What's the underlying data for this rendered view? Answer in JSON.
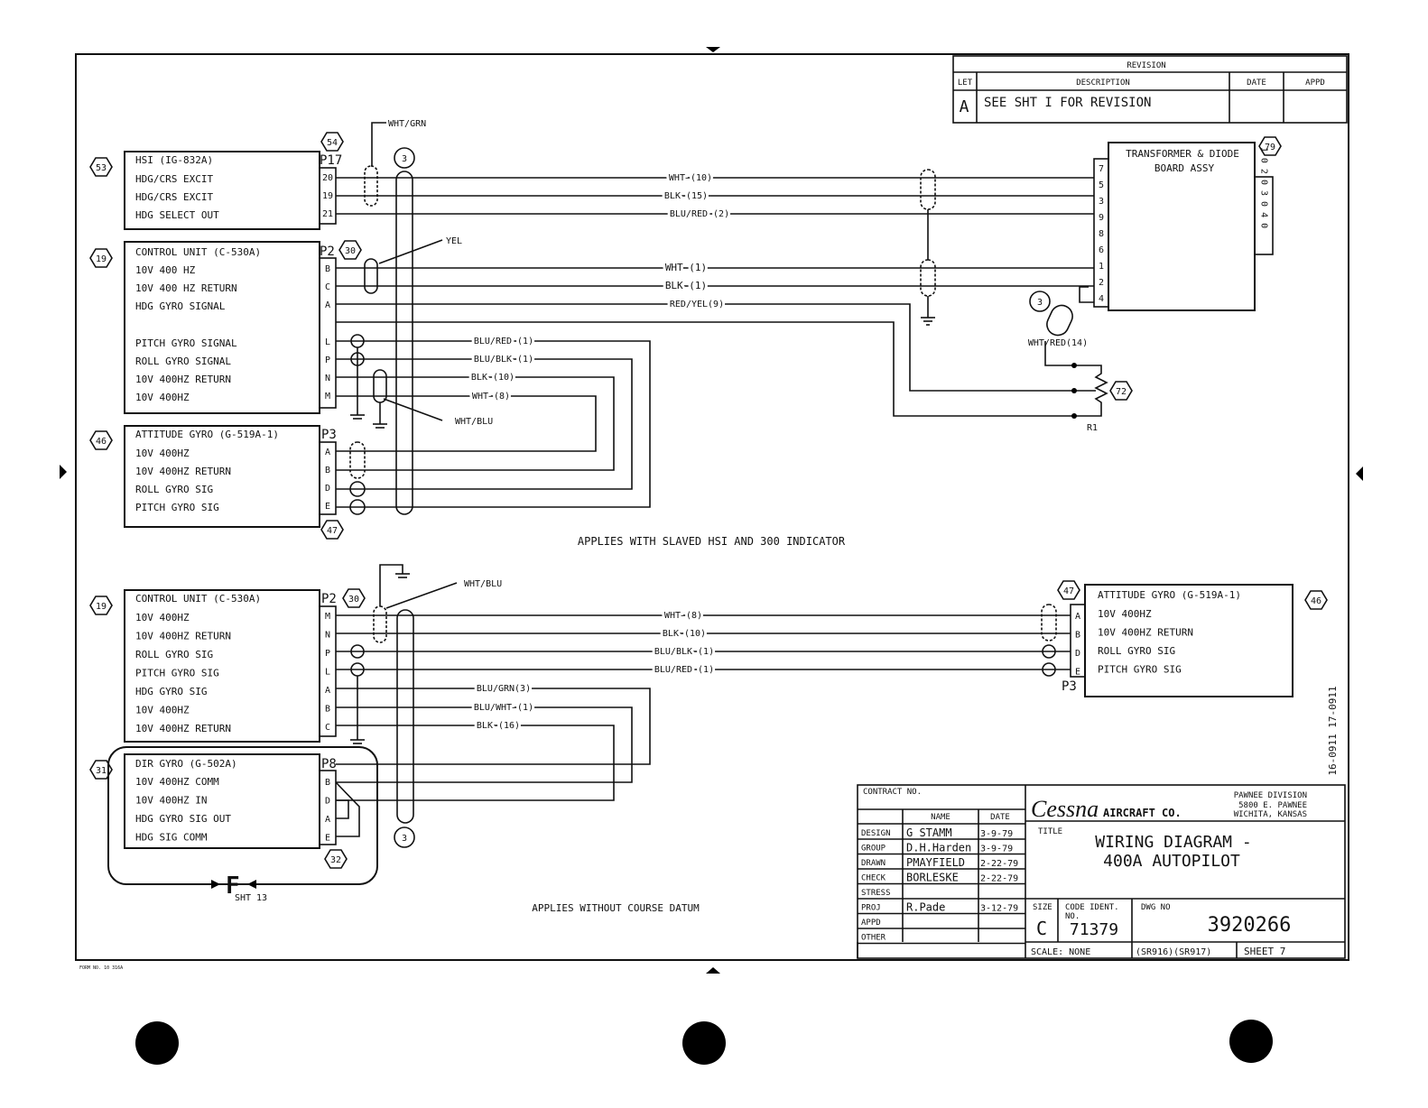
{
  "revision": {
    "title": "REVISION",
    "headers": {
      "let": "LET",
      "desc": "DESCRIPTION",
      "date": "DATE",
      "appd": "APPD"
    },
    "row": {
      "let": "A",
      "desc": "SEE SHT I FOR REVISION",
      "date": "",
      "appd": ""
    }
  },
  "top_diagram": {
    "hsi": {
      "ref": "53",
      "plug_ref": "54",
      "plug": "P17",
      "title": "HSI (IG-832A)",
      "pins": [
        {
          "label": "HDG/CRS EXCIT",
          "pin": "20"
        },
        {
          "label": "HDG/CRS EXCIT",
          "pin": "19"
        },
        {
          "label": "HDG SELECT OUT",
          "pin": "21"
        }
      ]
    },
    "control": {
      "ref": "19",
      "plug_ref": "30",
      "plug": "P2",
      "title": "CONTROL UNIT (C-530A)",
      "pins": [
        {
          "label": "10V 400 HZ",
          "pin": "B"
        },
        {
          "label": "10V 400 HZ RETURN",
          "pin": "C"
        },
        {
          "label": "HDG GYRO SIGNAL",
          "pin": "A"
        },
        {
          "label": "PITCH GYRO SIGNAL",
          "pin": "L"
        },
        {
          "label": "ROLL GYRO SIGNAL",
          "pin": "P"
        },
        {
          "label": "10V 400HZ RETURN",
          "pin": "N"
        },
        {
          "label": "10V 400HZ",
          "pin": "M"
        }
      ]
    },
    "attitude": {
      "ref": "46",
      "plug": "P3",
      "bottom_ref": "47",
      "title": "ATTITUDE GYRO (G-519A-1)",
      "pins": [
        {
          "label": "10V 400HZ",
          "pin": "A"
        },
        {
          "label": "10V 400HZ RETURN",
          "pin": "B"
        },
        {
          "label": "ROLL GYRO SIG",
          "pin": "D"
        },
        {
          "label": "PITCH GYRO SIG",
          "pin": "E"
        }
      ]
    },
    "transformer": {
      "ref": "79",
      "title": "TRANSFORMER & DIODE",
      "title2": "BOARD ASSY",
      "left_pins": [
        "7",
        "5",
        "3",
        "9",
        "8",
        "6",
        "1",
        "2",
        "4"
      ],
      "right_pins": "1 0 2 0 3 0 4 0"
    },
    "wires": [
      "WHT (10)",
      "BLK (15)",
      "BLU/RED (2)",
      "WHT (1)",
      "BLK (1)",
      "RED/YEL(9)",
      "BLU/RED (1)",
      "BLU/BLK (1)",
      "BLK (10)",
      "WHT (8)"
    ],
    "callouts": {
      "wht_grn": "WHT/GRN",
      "yel": "YEL",
      "wht_blu": "WHT/BLU",
      "wht_red": "WHT/RED(14)",
      "cable_ref": "3",
      "pot_ref": "72",
      "pot_label": "R1",
      "cable_ref2": "3"
    },
    "caption": "APPLIES WITH SLAVED HSI AND 300 INDICATOR"
  },
  "bottom_diagram": {
    "control": {
      "ref": "19",
      "plug_ref": "30",
      "plug": "P2",
      "title": "CONTROL UNIT (C-530A)",
      "pins": [
        {
          "label": "10V 400HZ",
          "pin": "M"
        },
        {
          "label": "10V 400HZ RETURN",
          "pin": "N"
        },
        {
          "label": "ROLL GYRO SIG",
          "pin": "P"
        },
        {
          "label": "PITCH GYRO SIG",
          "pin": "L"
        },
        {
          "label": "HDG GYRO SIG",
          "pin": "A"
        },
        {
          "label": "10V 400HZ",
          "pin": "B"
        },
        {
          "label": "10V 400HZ RETURN",
          "pin": "C"
        }
      ]
    },
    "dirgyro": {
      "ref": "31",
      "plug": "P8",
      "bottom_ref": "32",
      "title": "DIR GYRO (G-502A)",
      "pins": [
        {
          "label": "10V 400HZ COMM",
          "pin": "B"
        },
        {
          "label": "10V 400HZ IN",
          "pin": "D"
        },
        {
          "label": "HDG GYRO SIG OUT",
          "pin": "A"
        },
        {
          "label": "HDG SIG COMM",
          "pin": "E"
        }
      ]
    },
    "attitude": {
      "ref": "46",
      "plug_ref": "47",
      "plug": "P3",
      "title": "ATTITUDE GYRO (G-519A-1)",
      "pins": [
        {
          "label": "10V 400HZ",
          "pin": "A"
        },
        {
          "label": "10V 400HZ RETURN",
          "pin": "B"
        },
        {
          "label": "ROLL GYRO SIG",
          "pin": "D"
        },
        {
          "label": "PITCH GYRO SIG",
          "pin": "E"
        }
      ]
    },
    "wires": [
      "WHT (8)",
      "BLK (10)",
      "BLU/BLK (1)",
      "BLU/RED (1)",
      "BLU/GRN(3)",
      "BLU/WHT (1)",
      "BLK (16)"
    ],
    "callouts": {
      "wht_blu": "WHT/BLU",
      "cable_ref": "3",
      "flag": "F",
      "flag_sub": "SHT 13"
    },
    "caption": "APPLIES WITHOUT COURSE DATUM"
  },
  "title_block": {
    "contract": "CONTRACT NO.",
    "col_name": "NAME",
    "col_date": "DATE",
    "rows": [
      {
        "role": "DESIGN",
        "name": "G STAMM",
        "date": "3-9-79"
      },
      {
        "role": "GROUP",
        "name": "D.H.Harden",
        "date": "3-9-79"
      },
      {
        "role": "DRAWN",
        "name": "PMAYFIELD",
        "date": "2-22-79"
      },
      {
        "role": "CHECK",
        "name": "BORLESKE",
        "date": "2-22-79"
      },
      {
        "role": "STRESS",
        "name": "",
        "date": ""
      },
      {
        "role": "PROJ",
        "name": "R.Pade",
        "date": "3-12-79"
      },
      {
        "role": "APPD",
        "name": "",
        "date": ""
      },
      {
        "role": "OTHER",
        "name": "",
        "date": ""
      }
    ],
    "company": "Cessna",
    "company2": "AIRCRAFT CO.",
    "division": [
      "PAWNEE DIVISION",
      "5800 E. PAWNEE",
      "WICHITA, KANSAS"
    ],
    "title_label": "TITLE",
    "title1": "WIRING DIAGRAM -",
    "title2": "400A AUTOPILOT",
    "size_label": "SIZE",
    "size": "C",
    "code_label": "CODE IDENT.",
    "code_label2": "NO.",
    "code": "71379",
    "dwg_label": "DWG NO",
    "dwg": "3920266",
    "scale": "SCALE: NONE",
    "serial": "(SR916)(SR917)",
    "sheet": "SHEET 7"
  },
  "side_note": "16-0911 17-0911",
  "form_no": "FORM NO. 10 316A"
}
